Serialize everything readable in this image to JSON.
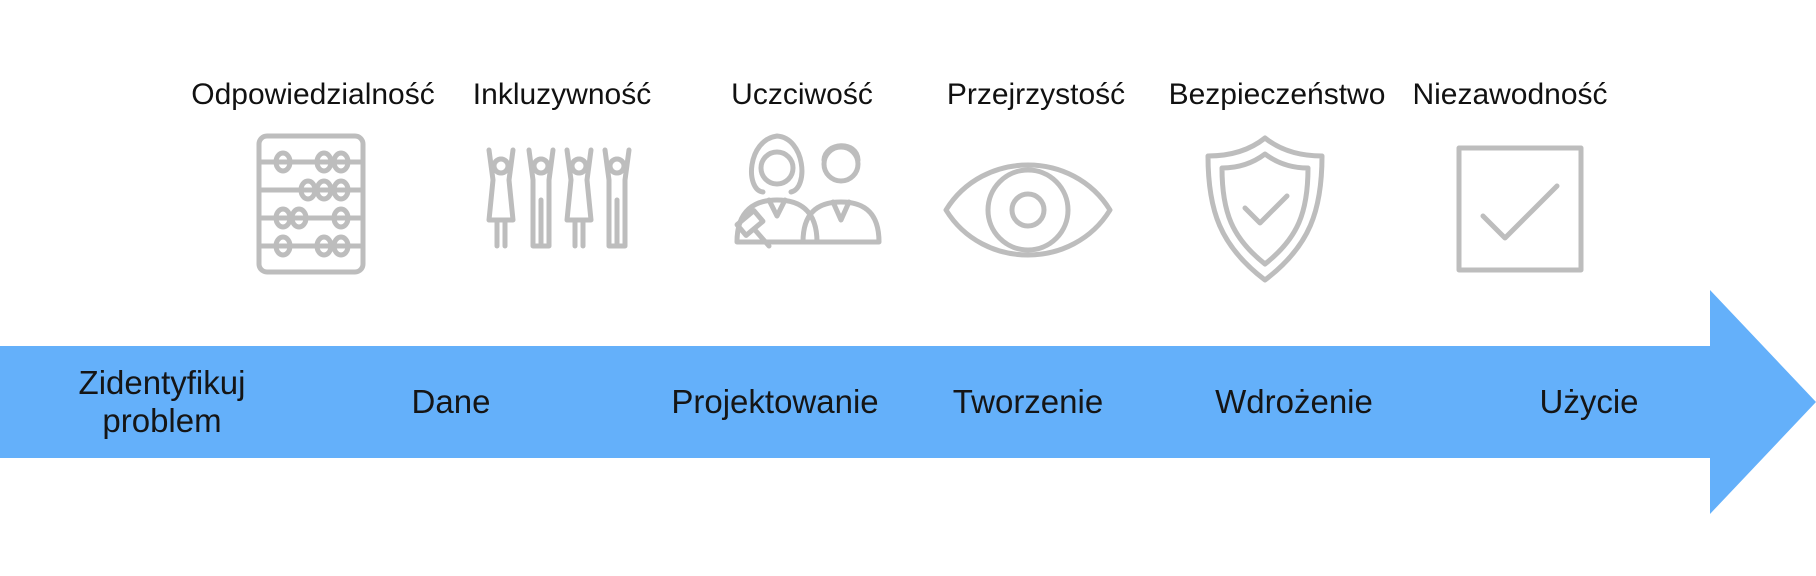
{
  "principles": [
    {
      "label": "Odpowiedzialność",
      "icon": "abacus-icon"
    },
    {
      "label": "Inkluzywność",
      "icon": "people-raising-hands-icon"
    },
    {
      "label": "Uczciwość",
      "icon": "people-with-gavel-icon"
    },
    {
      "label": "Przejrzystość",
      "icon": "eye-icon"
    },
    {
      "label": "Bezpieczeństwo",
      "icon": "shield-check-icon"
    },
    {
      "label": "Niezawodność",
      "icon": "checkbox-checked-icon"
    }
  ],
  "stages": [
    {
      "label": "Zidentyfikuj\nproblem"
    },
    {
      "label": "Dane"
    },
    {
      "label": "Projektowanie"
    },
    {
      "label": "Tworzenie"
    },
    {
      "label": "Wdrożenie"
    },
    {
      "label": "Użycie"
    }
  ],
  "colors": {
    "arrow": "#64b0fa",
    "icon": "#bdbdbd",
    "text": "#111111"
  }
}
